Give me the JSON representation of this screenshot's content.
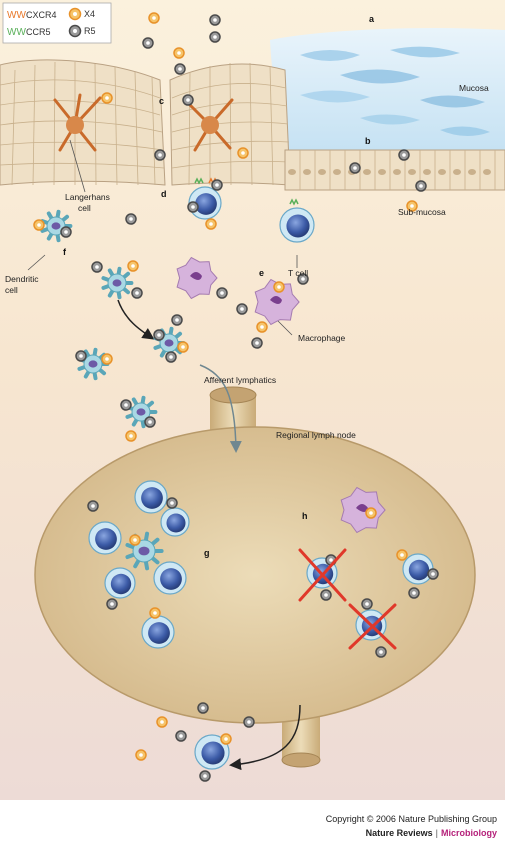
{
  "legend": {
    "cxcr4": "CXCR4",
    "ccr5": "CCR5",
    "x4": "X4",
    "r5": "R5"
  },
  "panels": {
    "a": "a",
    "b": "b",
    "c": "c",
    "d": "d",
    "e": "e",
    "f": "f",
    "g": "g",
    "h": "h"
  },
  "labels": {
    "mucosa": "Mucosa",
    "submucosa": "Sub-mucosa",
    "langerhans_line1": "Langerhans",
    "langerhans_line2": "cell",
    "dendritic_line1": "Dendritic",
    "dendritic_line2": "cell",
    "tcell": "T cell",
    "macrophage": "Macrophage",
    "afferent": "Afferent lymphatics",
    "lymph_node": "Regional lymph node"
  },
  "footer": {
    "copyright": "Copyright © 2006 Nature Publishing Group",
    "journal": "Nature Reviews",
    "separator": "|",
    "section": "Microbiology"
  },
  "colors": {
    "cxcr4": "#e8782a",
    "ccr5": "#5ab05a",
    "x4_virion": "#f0a030",
    "r5_virion": "#555555",
    "tcell": "#3a5ca8",
    "node": "#dcc49a"
  }
}
